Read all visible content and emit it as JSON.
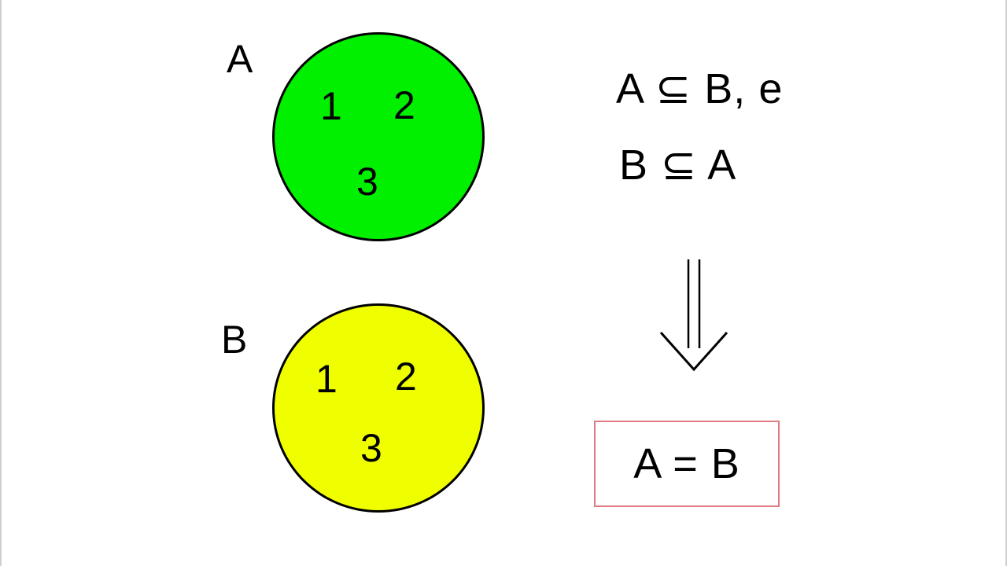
{
  "colors": {
    "set_a_fill": "#00f000",
    "set_b_fill": "#f0ff00",
    "outline": "#000000",
    "result_border": "#e07a84"
  },
  "sets": {
    "a": {
      "label": "A",
      "elements": [
        "1",
        "2",
        "3"
      ]
    },
    "b": {
      "label": "B",
      "elements": [
        "1",
        "2",
        "3"
      ]
    }
  },
  "statements": {
    "line1": "A ⊆ B,  e",
    "line2": "B ⊆ A"
  },
  "implication": {
    "icon": "double-down-arrow-icon"
  },
  "result": {
    "text": "A = B"
  }
}
